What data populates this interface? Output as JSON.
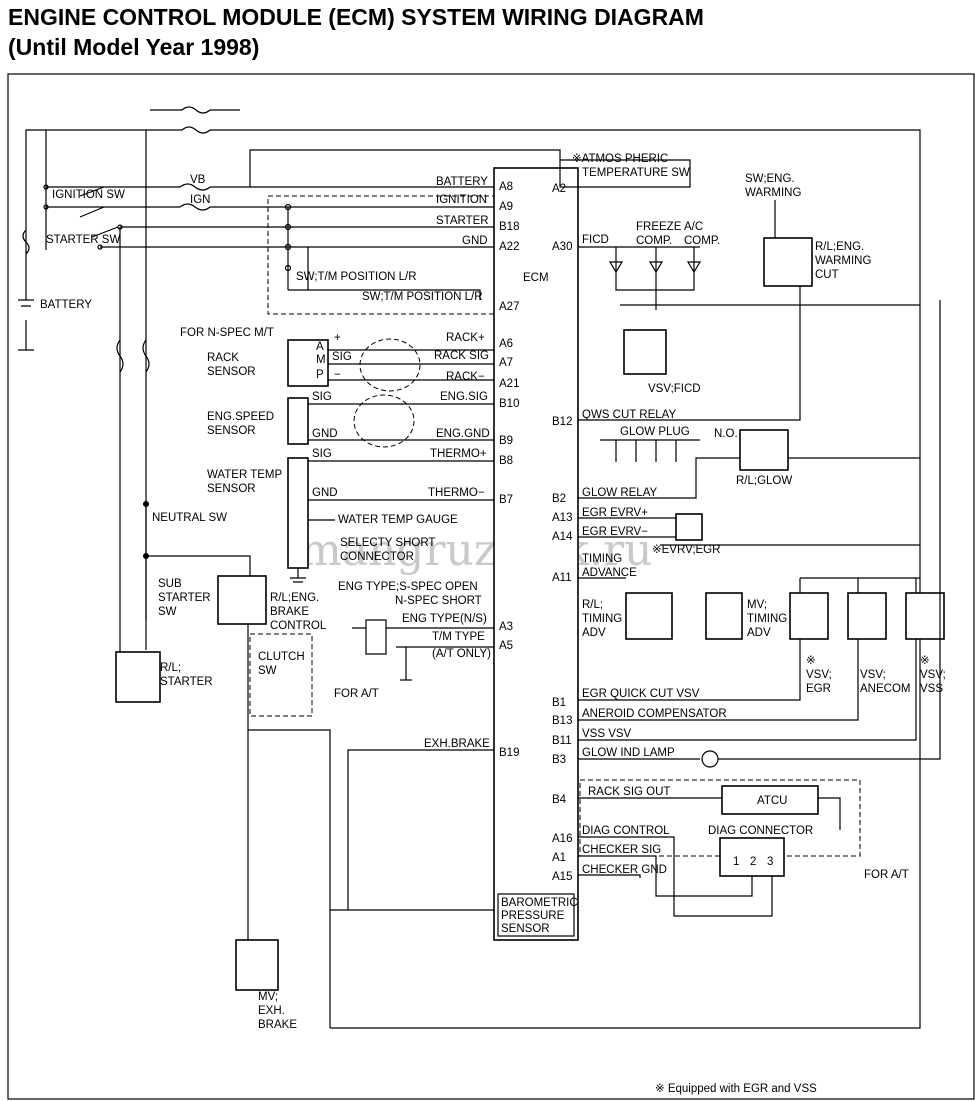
{
  "title": {
    "line1": "ENGINE CONTROL MODULE (ECM) SYSTEM WIRING DIAGRAM",
    "line2": "(Until Model Year 1998)"
  },
  "watermark": "mangruzovik.ru",
  "footnote": "※ Equipped with EGR and VSS",
  "ecm": {
    "label": "ECM",
    "baro": [
      "BAROMETRIC",
      "PRESSURE",
      "SENSOR"
    ],
    "left_pins": [
      "A8",
      "A9",
      "B18",
      "A22",
      "A27",
      "A6",
      "A7",
      "A21",
      "B10",
      "B9",
      "B8",
      "B7",
      "A3",
      "A5",
      "B19"
    ],
    "right_pins": [
      "A2",
      "A30",
      "B12",
      "B2",
      "A13",
      "A14",
      "A11",
      "B1",
      "B13",
      "B11",
      "B3",
      "B4",
      "A16",
      "A1",
      "A15"
    ]
  },
  "left_signals": {
    "battery": "BATTERY",
    "ignition": "IGNITION",
    "starter": "STARTER",
    "gnd": "GND",
    "tm_pos": "SW;T/M POSITION L/R",
    "rack_plus": "RACK+",
    "rack_sig": "RACK SIG",
    "rack_minus": "RACK−",
    "eng_sig": "ENG.SIG",
    "eng_gnd": "ENG.GND",
    "thermo_plus": "THERMO+",
    "thermo_minus": "THERMO−",
    "eng_type": "ENG TYPE(N/S)",
    "tm_type": "T/M TYPE",
    "at_only": "(A/T ONLY)",
    "exh_brake": "EXH.BRAKE"
  },
  "right_signals": {
    "ficd": "FICD",
    "qws": "QWS CUT RELAY",
    "glow_relay": "GLOW RELAY",
    "egr_p": "EGR EVRV+",
    "egr_m": "EGR EVRV−",
    "timing": "TIMING",
    "advance": "ADVANCE",
    "egr_quick": "EGR QUICK CUT VSV",
    "aneroid": "ANEROID COMPENSATOR",
    "vss_vsv": "VSS VSV",
    "glow_ind": "GLOW IND LAMP",
    "rack_out": "RACK SIG OUT",
    "diag_ctrl": "DIAG CONTROL",
    "checker_sig": "CHECKER SIG",
    "checker_gnd": "CHECKER GND"
  },
  "components": {
    "ignition_sw": "IGNITION SW",
    "starter_sw": "STARTER SW",
    "battery": "BATTERY",
    "vb": "VB",
    "ign": "IGN",
    "tm_pos_sw": "SW;T/M POSITION L/R",
    "n_spec": "FOR N-SPEC M/T",
    "rack_sensor": [
      "RACK",
      "SENSOR"
    ],
    "eng_speed_sensor": [
      "ENG.SPEED",
      "SENSOR"
    ],
    "water_temp_sensor": [
      "WATER TEMP",
      "SENSOR"
    ],
    "water_temp_gauge": "WATER TEMP GAUGE",
    "selecty_short": [
      "SELECTY SHORT",
      "CONNECTOR"
    ],
    "eng_type_note": [
      "ENG TYPE;S-SPEC OPEN",
      "N-SPEC SHORT"
    ],
    "amp": [
      "A",
      "M",
      "P"
    ],
    "sig": "SIG",
    "gnd": "GND",
    "plus": "+",
    "minus": "−",
    "neutral_sw": "NEUTRAL SW",
    "sub_starter": [
      "SUB",
      "STARTER",
      "SW"
    ],
    "rl_starter": [
      "R/L;",
      "STARTER"
    ],
    "rl_brake": [
      "R/L;ENG.",
      "BRAKE",
      "CONTROL"
    ],
    "clutch_sw": [
      "CLUTCH",
      "SW"
    ],
    "for_at": "FOR A/T",
    "mv_exh": [
      "MV;",
      "EXH.",
      "BRAKE"
    ],
    "atmos": [
      "※ATMOS PHERIC",
      "TEMPERATURE SW"
    ],
    "sw_warming": [
      "SW;ENG.",
      "WARMING"
    ],
    "rl_warming": [
      "R/L;ENG.",
      "WARMING",
      "CUT"
    ],
    "freeze": [
      "FREEZE",
      "COMP."
    ],
    "ac": [
      "A/C",
      "COMP."
    ],
    "vsv_ficd": "VSV;FICD",
    "glow_plug": "GLOW PLUG",
    "no": "N.O.",
    "rl_glow": "R/L;GLOW",
    "evrv_egr": "※EVRV;EGR",
    "rl_timing": [
      "R/L;",
      "TIMING",
      "ADV"
    ],
    "mv_timing": [
      "MV;",
      "TIMING",
      "ADV"
    ],
    "vsv_egr": [
      "※",
      "VSV;",
      "EGR"
    ],
    "vsv_anecom": [
      "VSV;",
      "ANECOM"
    ],
    "vsv_vss": [
      "※",
      "VSV;",
      "VSS"
    ],
    "atcu": "ATCU",
    "diag_connector": "DIAG CONNECTOR",
    "diag_pins": [
      "1",
      "2",
      "3"
    ],
    "for_at_right": "FOR A/T"
  }
}
